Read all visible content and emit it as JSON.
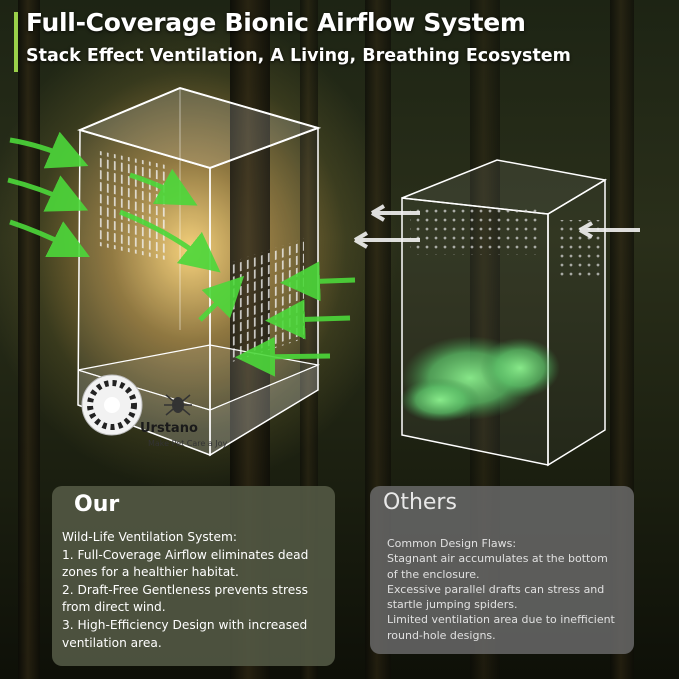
{
  "header": {
    "title": "Full-Coverage Bionic Airflow System",
    "subtitle": "Stack Effect Ventilation, A Living, Breathing Ecosystem"
  },
  "brand": {
    "name": "Urstano",
    "tagline": "Make Pet Care a Joy"
  },
  "our": {
    "heading": "Our",
    "lines": [
      "Wild-Life Ventilation System:",
      "1. Full-Coverage Airflow eliminates dead",
      "zones for a healthier habitat.",
      "2. Draft-Free Gentleness prevents stress",
      "from direct wind.",
      "3. High-Efficiency Design with increased",
      "ventilation area."
    ]
  },
  "others": {
    "heading": "Others",
    "lines": [
      "Common Design Flaws:",
      "Stagnant air accumulates at the bottom",
      "of the enclosure.",
      "Excessive parallel drafts can stress and",
      "startle jumping spiders.",
      "Limited ventilation area due to inefficient",
      "round-hole designs."
    ]
  },
  "colors": {
    "accent_green": "#9ad04a",
    "arrow_green": "#4cd83a",
    "smoke_green": "#6ee07a"
  },
  "icons": [
    "airflow-arrow-icon",
    "spider-logo-icon",
    "vent-dial-icon"
  ]
}
